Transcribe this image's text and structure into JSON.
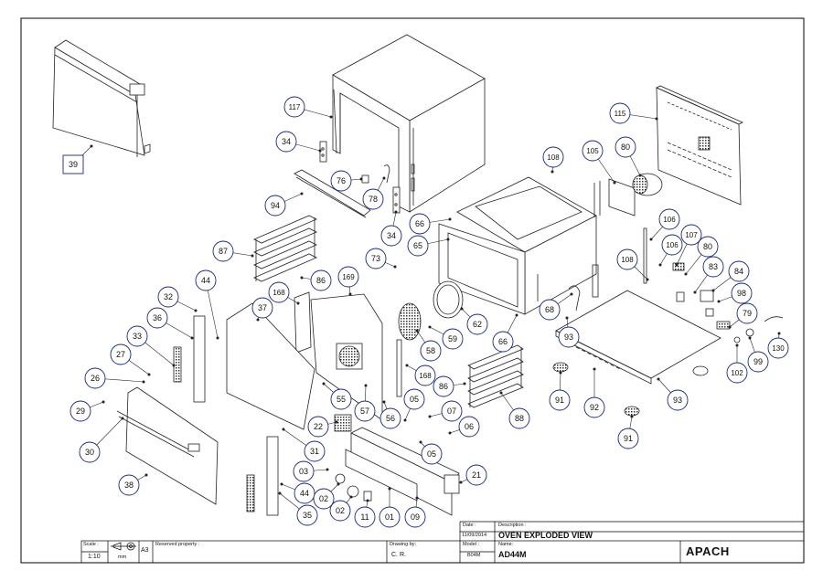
{
  "title_block": {
    "scale_label": "Scale :",
    "scale_value": "1:10",
    "unit": "mm",
    "sheet_size": "A3",
    "reserved_label": "Reserved property :",
    "drawing_by_label": "Drawing by:",
    "drawing_by_value": "C. R.",
    "date_label": "Date :",
    "date_value": "11/09/2014",
    "model_label": "Model :",
    "model_value": "B04M",
    "description_label": "Description :",
    "description_value": "OVEN EXPLODED VIEW",
    "name_label": "Name:",
    "name_value": "AD44M",
    "brand": "APACH"
  },
  "callouts": [
    {
      "id": "39"
    },
    {
      "id": "117"
    },
    {
      "id": "34"
    },
    {
      "id": "76"
    },
    {
      "id": "78"
    },
    {
      "id": "94"
    },
    {
      "id": "34"
    },
    {
      "id": "66"
    },
    {
      "id": "108"
    },
    {
      "id": "105"
    },
    {
      "id": "80"
    },
    {
      "id": "115"
    },
    {
      "id": "87"
    },
    {
      "id": "73"
    },
    {
      "id": "65"
    },
    {
      "id": "106"
    },
    {
      "id": "107"
    },
    {
      "id": "106"
    },
    {
      "id": "108"
    },
    {
      "id": "80"
    },
    {
      "id": "83"
    },
    {
      "id": "84"
    },
    {
      "id": "98"
    },
    {
      "id": "44"
    },
    {
      "id": "86"
    },
    {
      "id": "169"
    },
    {
      "id": "168"
    },
    {
      "id": "32"
    },
    {
      "id": "37"
    },
    {
      "id": "36"
    },
    {
      "id": "33"
    },
    {
      "id": "27"
    },
    {
      "id": "26"
    },
    {
      "id": "29"
    },
    {
      "id": "30"
    },
    {
      "id": "38"
    },
    {
      "id": "62"
    },
    {
      "id": "58"
    },
    {
      "id": "59"
    },
    {
      "id": "66"
    },
    {
      "id": "68"
    },
    {
      "id": "93"
    },
    {
      "id": "79"
    },
    {
      "id": "130"
    },
    {
      "id": "102"
    },
    {
      "id": "99"
    },
    {
      "id": "168"
    },
    {
      "id": "55"
    },
    {
      "id": "57"
    },
    {
      "id": "56"
    },
    {
      "id": "05"
    },
    {
      "id": "07"
    },
    {
      "id": "86"
    },
    {
      "id": "88"
    },
    {
      "id": "91"
    },
    {
      "id": "92"
    },
    {
      "id": "93"
    },
    {
      "id": "91"
    },
    {
      "id": "22"
    },
    {
      "id": "06"
    },
    {
      "id": "31"
    },
    {
      "id": "05"
    },
    {
      "id": "03"
    },
    {
      "id": "21"
    },
    {
      "id": "44"
    },
    {
      "id": "02"
    },
    {
      "id": "02"
    },
    {
      "id": "11"
    },
    {
      "id": "01"
    },
    {
      "id": "09"
    },
    {
      "id": "35"
    }
  ]
}
